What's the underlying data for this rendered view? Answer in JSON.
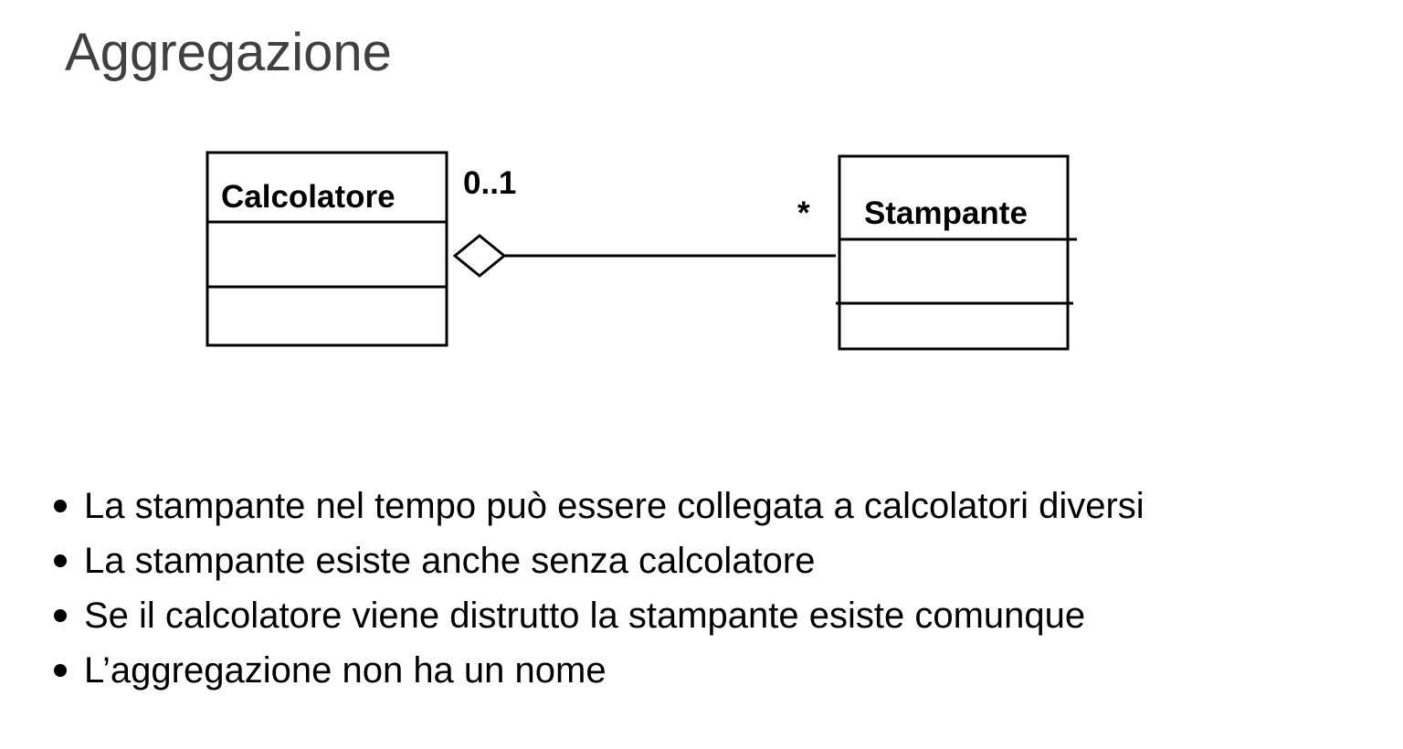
{
  "slide": {
    "title": "Aggregazione"
  },
  "diagram": {
    "classes": {
      "left": {
        "name": "Calcolatore"
      },
      "right": {
        "name": "Stampante"
      }
    },
    "association": {
      "kind": "aggregation",
      "source_multiplicity": "0..1",
      "target_multiplicity": "*"
    }
  },
  "bullets": [
    "La stampante nel tempo può essere collegata a calcolatori diversi",
    "La stampante esiste anche senza calcolatore",
    "Se il calcolatore viene distrutto la stampante esiste comunque",
    "L’aggregazione non ha un nome"
  ]
}
